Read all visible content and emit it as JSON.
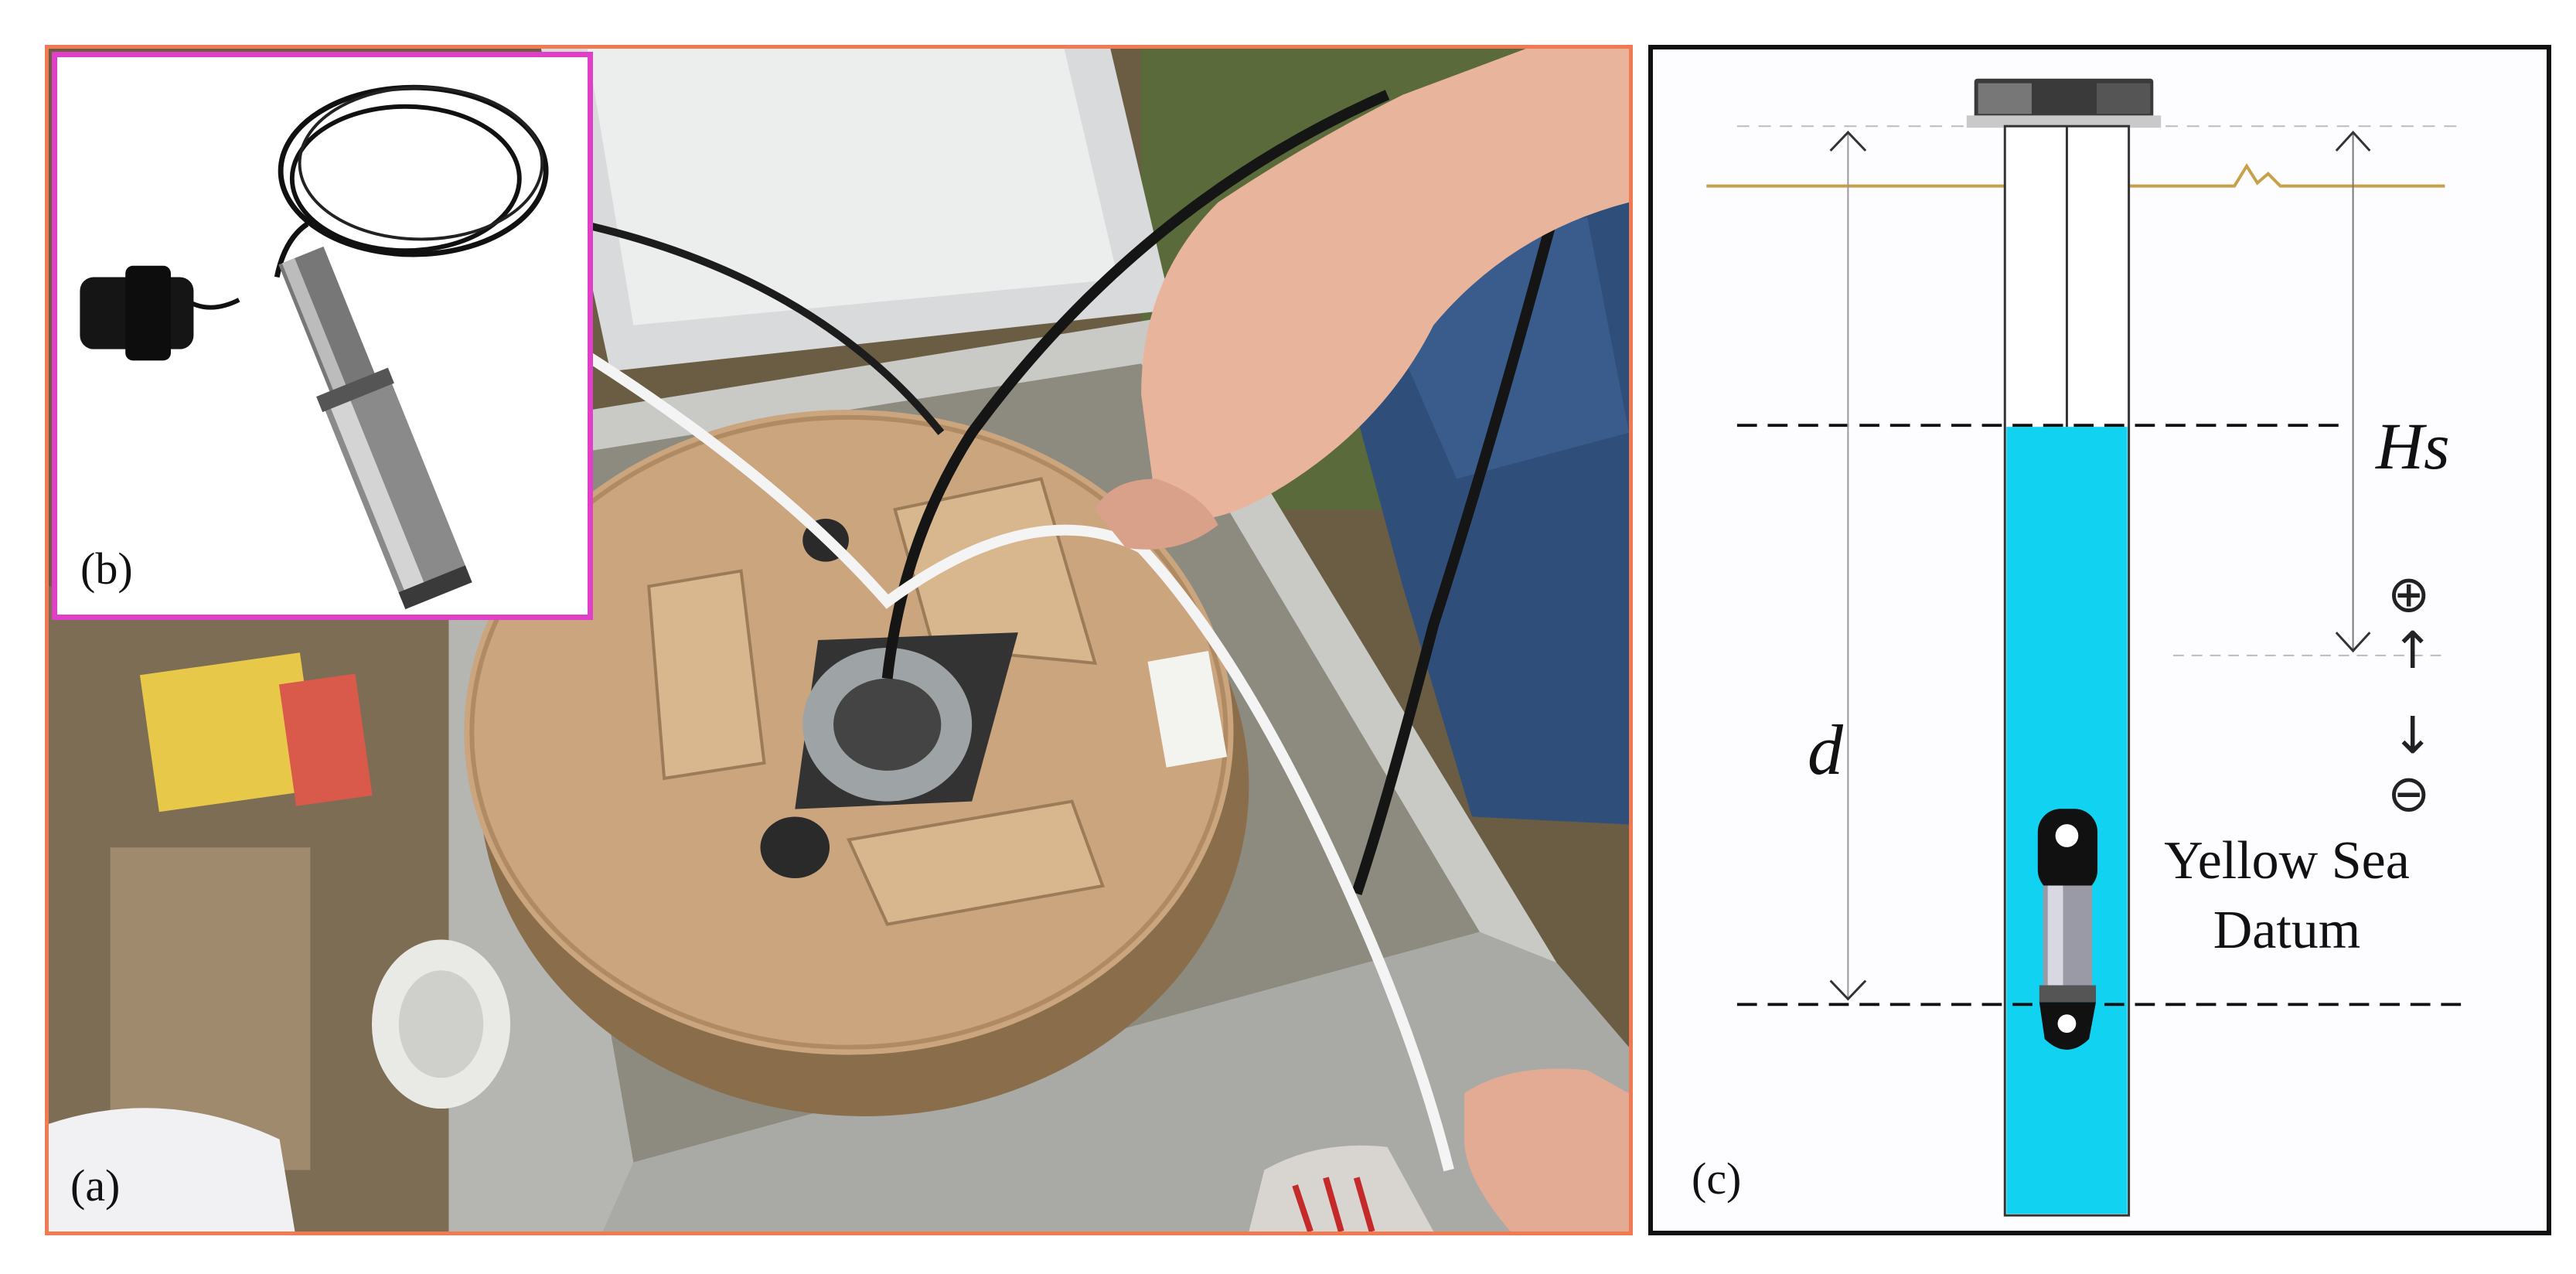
{
  "panels": {
    "a": {
      "label": "(a)"
    },
    "b": {
      "label": "(b)"
    },
    "c": {
      "label": "(c)",
      "hs_label": "Hs",
      "d_label": "d",
      "datum_line1": "Yellow Sea",
      "datum_line2": "Datum",
      "plus_glyph": "⊕",
      "minus_glyph": "⊖",
      "up_arrow": "↑",
      "down_arrow": "↓"
    }
  },
  "colors": {
    "panel_a_border": "#f07a52",
    "panel_b_border": "#e03fc8",
    "water": "#12d2f2",
    "ground_line": "#c8a04a"
  }
}
